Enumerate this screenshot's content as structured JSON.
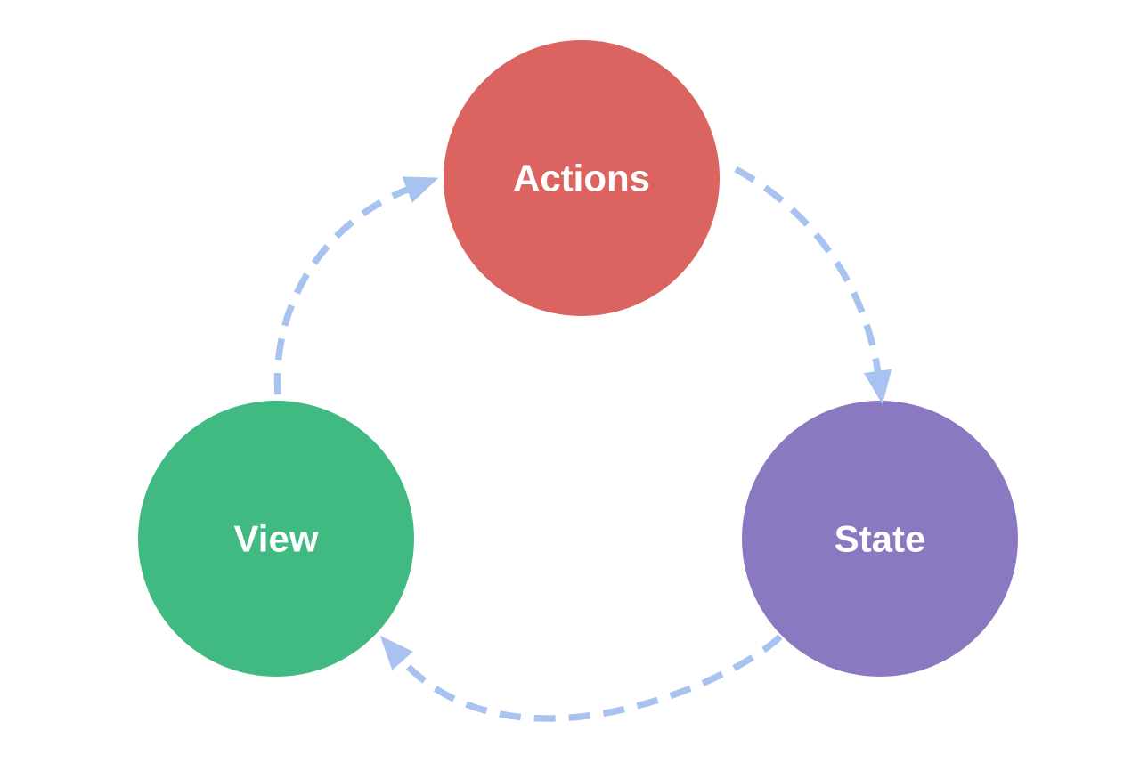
{
  "diagram": {
    "type": "cycle",
    "background_color": "#ffffff",
    "arrow_color": "#a9c3f0",
    "label_color": "#ffffff",
    "nodes": [
      {
        "id": "actions",
        "label": "Actions",
        "color": "#db6461",
        "position": "top"
      },
      {
        "id": "state",
        "label": "State",
        "color": "#8a79c1",
        "position": "right"
      },
      {
        "id": "view",
        "label": "View",
        "color": "#41ba82",
        "position": "left"
      }
    ],
    "edges": [
      {
        "from": "actions",
        "to": "state",
        "style": "dashed"
      },
      {
        "from": "state",
        "to": "view",
        "style": "dashed"
      },
      {
        "from": "view",
        "to": "actions",
        "style": "dashed"
      }
    ]
  }
}
